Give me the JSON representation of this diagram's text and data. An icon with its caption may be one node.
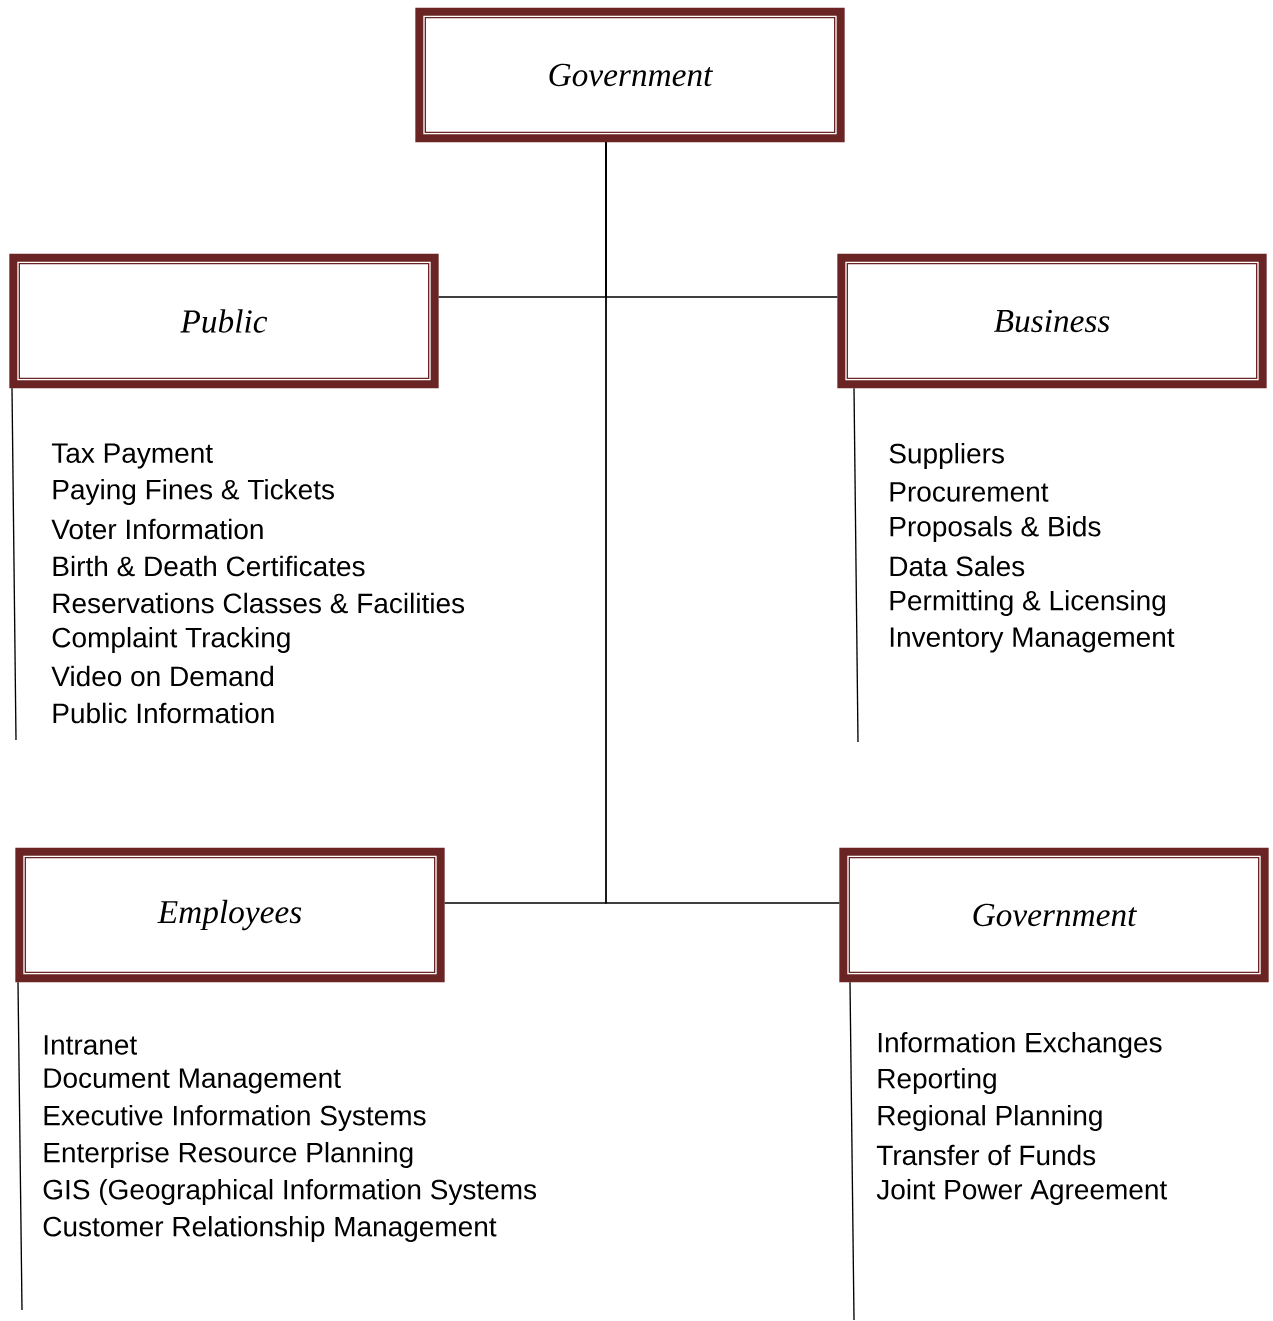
{
  "diagram": {
    "nodes": [
      {
        "text": [
          "Government"
        ]
      },
      {
        "text": [
          "Public"
        ],
        "beside": [
          "Tax Payment",
          "Paying Fines & Tickets",
          "Voter Information",
          "Birth & Death Certificates",
          "Reservations Classes & Facilities",
          "Complaint Tracking",
          "Video on Demand",
          "Public Information"
        ]
      },
      {
        "text": [
          "Business"
        ],
        "beside": [
          "Suppliers",
          "Procurement",
          "Proposals & Bids",
          "Data Sales",
          "Permitting & Licensing",
          "Inventory Management"
        ]
      },
      {
        "text": [
          "Employees"
        ],
        "beside": [
          "Intranet",
          "Document Management",
          "Executive Information Systems",
          "Enterprise Resource Planning",
          "GIS (Geographical Information Systems",
          "Customer Relationship Management"
        ]
      },
      {
        "text": [
          "Government"
        ],
        "beside": [
          "Information Exchanges",
          "Reporting",
          "Regional Planning",
          "Transfer of Funds",
          "Joint Power Agreement"
        ]
      }
    ],
    "edges": [
      {
        "from": 0,
        "to": 1,
        "arrow": "none"
      },
      {
        "from": 0,
        "to": 2,
        "arrow": "none"
      },
      {
        "from": 0,
        "to": 3,
        "arrow": "none"
      },
      {
        "from": 0,
        "to": 4,
        "arrow": "none"
      },
      {
        "from": 1,
        "to": null,
        "arrow": "none"
      },
      {
        "from": 2,
        "to": null,
        "arrow": "none"
      },
      {
        "from": 3,
        "to": null,
        "arrow": "none"
      },
      {
        "from": 4,
        "to": null,
        "arrow": "none"
      }
    ]
  }
}
